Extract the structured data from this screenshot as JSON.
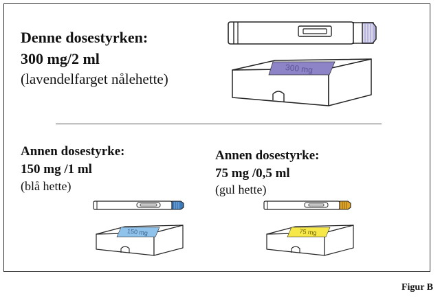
{
  "main": {
    "title": "Denne dosestyrken:",
    "strength": "300 mg/2 ml",
    "cap_note": "(lavendelfarget nålehette)",
    "box_label": "300 mg",
    "cap_color": "#b9b6dd",
    "label_color": "#8d84c8"
  },
  "other_left": {
    "title": "Annen dosestyrke:",
    "strength": "150 mg /1 ml",
    "cap_note": "(blå hette)",
    "box_label": "150 mg",
    "cap_color": "#3c79b8",
    "label_color": "#8fc3ec"
  },
  "other_right": {
    "title": "Annen dosestyrke:",
    "strength": "75 mg /0,5 ml",
    "cap_note": "(gul hette)",
    "box_label": "75 mg",
    "cap_color": "#e0a526",
    "label_color": "#f7e84a"
  },
  "figure_caption": "Figur B"
}
